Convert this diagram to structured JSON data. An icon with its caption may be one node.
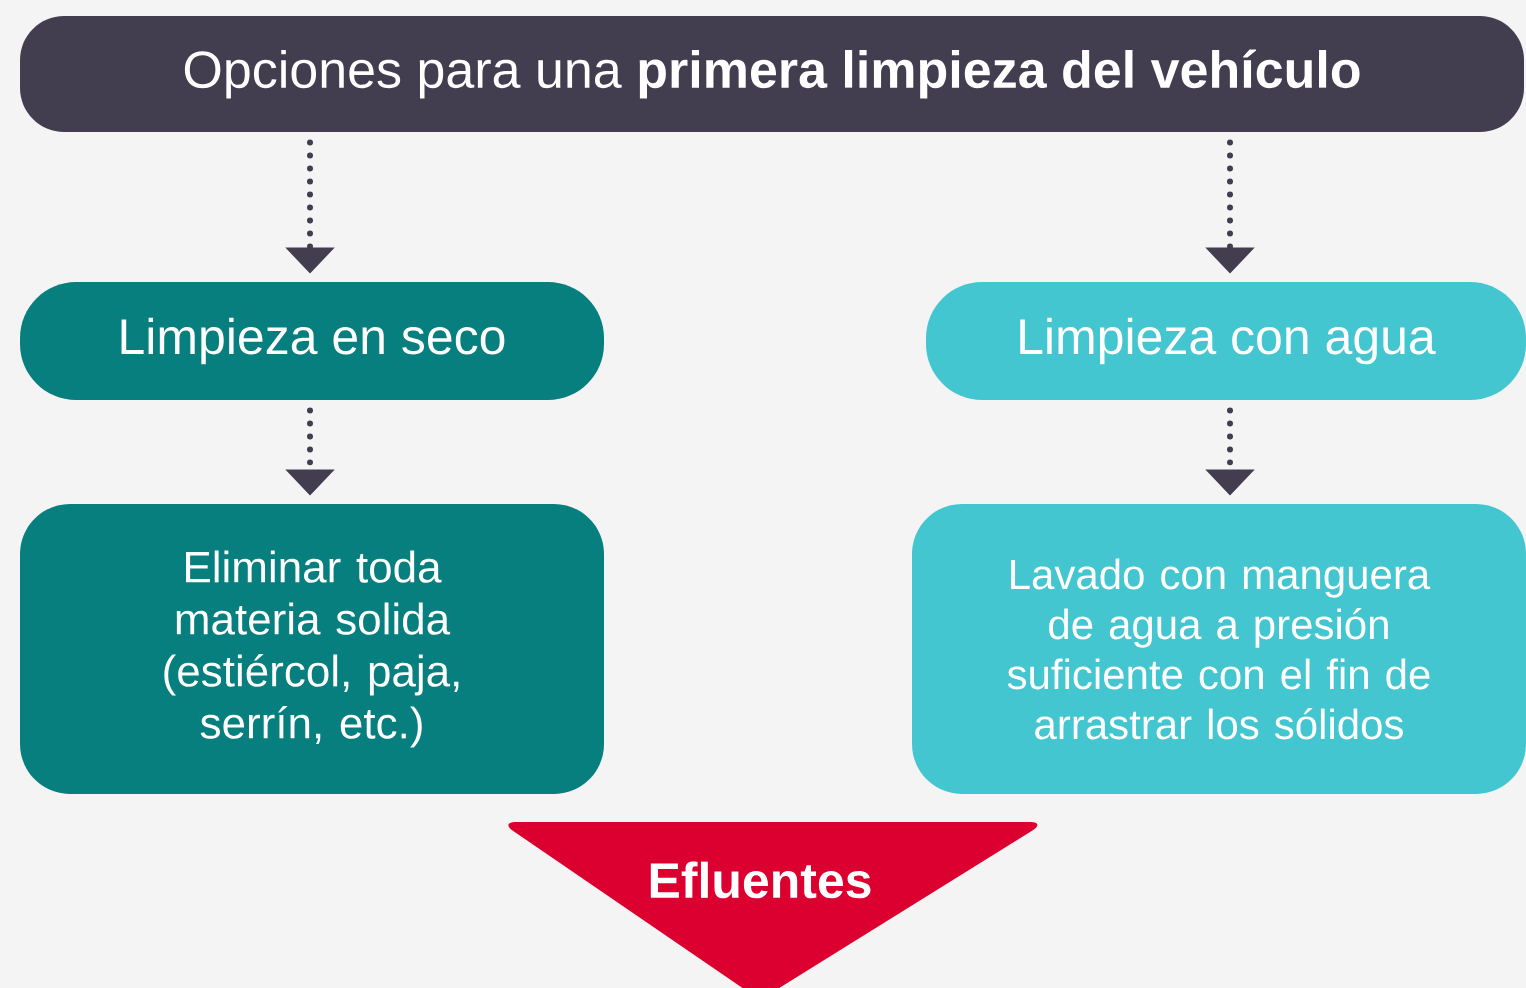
{
  "diagram": {
    "nodes": [
      {
        "text": [
          "Opciones para una **primera limpieza del vehículo**"
        ]
      },
      {
        "text": [
          "Limpieza en seco"
        ]
      },
      {
        "text": [
          "Limpieza con agua"
        ]
      },
      {
        "text": [
          "Eliminar toda materia solida (estiércol, paja, serrín, etc.)"
        ]
      },
      {
        "text": [
          "Lavado con manguera de agua a presión suficiente con el fin de arrastrar los sólidos"
        ]
      },
      {
        "text": [
          "Efluentes"
        ]
      }
    ],
    "edges": [
      {
        "from": 0,
        "to": 1,
        "arrow": "to"
      },
      {
        "from": 0,
        "to": 2,
        "arrow": "to"
      },
      {
        "from": 1,
        "to": 3,
        "arrow": "to"
      },
      {
        "from": 2,
        "to": 4,
        "arrow": "to"
      }
    ]
  }
}
